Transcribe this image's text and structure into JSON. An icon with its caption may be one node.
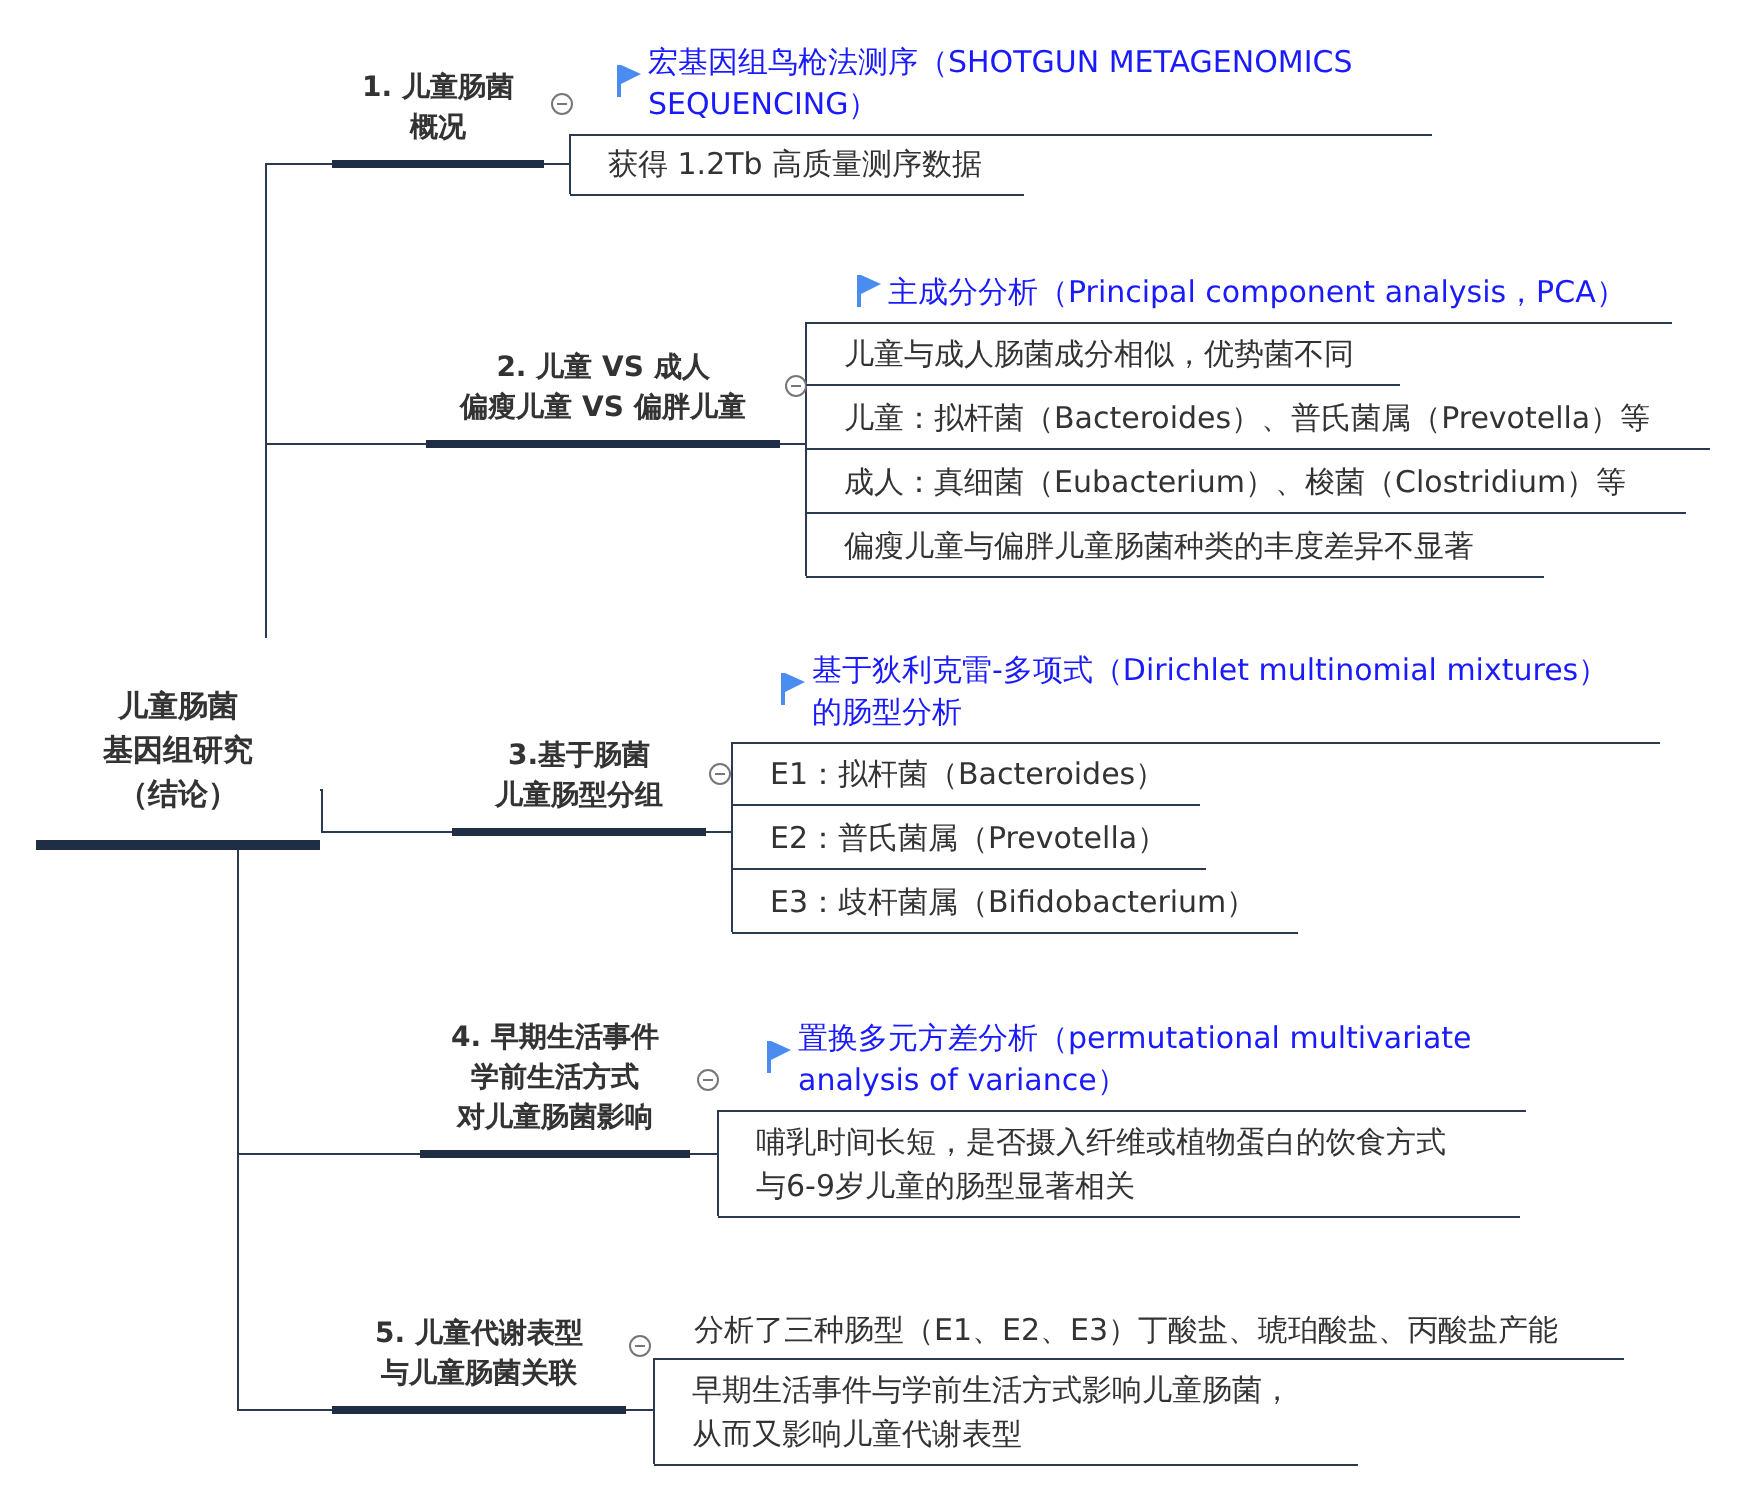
{
  "diagram": {
    "nodes": [
      {
        "text": [
          "儿童肠菌基因组研究（结论）"
        ]
      },
      {
        "text": [
          "1. 儿童肠菌概况"
        ]
      },
      {
        "text": [
          "宏基因组鸟枪法测序（SHOTGUN METAGENOMICS SEQUENCING）"
        ]
      },
      {
        "text": [
          "获得 1.2Tb 高质量测序数据"
        ]
      },
      {
        "text": [
          "2. 儿童 VS 成人偏瘦儿童 VS 偏胖儿童"
        ]
      },
      {
        "text": [
          "主成分分析（Principal component analysis，PCA）"
        ]
      },
      {
        "text": [
          "儿童与成人肠菌成分相似，优势菌不同"
        ]
      },
      {
        "text": [
          "儿童：拟杆菌（Bacteroides）、普氏菌属（Prevotella）等"
        ]
      },
      {
        "text": [
          "成人：真细菌（Eubacterium）、梭菌（Clostridium）等"
        ]
      },
      {
        "text": [
          "偏瘦儿童与偏胖儿童肠菌种类的丰度差异不显著"
        ]
      },
      {
        "text": [
          "3.基于肠菌儿童肠型分组"
        ]
      },
      {
        "text": [
          "基于狄利克雷-多项式（Dirichlet multinomial mixtures）的肠型分析"
        ]
      },
      {
        "text": [
          "E1：拟杆菌（Bacteroides）"
        ]
      },
      {
        "text": [
          "E2：普氏菌属（Prevotella）"
        ]
      },
      {
        "text": [
          "E3：歧杆菌属（Bifidobacterium）"
        ]
      },
      {
        "text": [
          "4. 早期生活事件学前生活方式对儿童肠菌影响"
        ]
      },
      {
        "text": [
          "置换多元方差分析（permutational multivariate analysis of variance）"
        ]
      },
      {
        "text": [
          "哺乳时间长短，是否摄入纤维或植物蛋白的饮食方式与6-9岁儿童的肠型显著相关"
        ]
      },
      {
        "text": [
          "5. 儿童代谢表型与儿童肠菌关联"
        ]
      },
      {
        "text": [
          "分析了三种肠型（E1、E2、E3）丁酸盐、琥珀酸盐、丙酸盐产能"
        ]
      },
      {
        "text": [
          "早期生活事件与学前生活方式影响儿童肠菌，从而又影响儿童代谢表型"
        ]
      }
    ],
    "edges": [
      {
        "from": 0,
        "to": 1,
        "arrow": "none"
      },
      {
        "from": 0,
        "to": 4,
        "arrow": "none"
      },
      {
        "from": 0,
        "to": 10,
        "arrow": "none"
      },
      {
        "from": 0,
        "to": 15,
        "arrow": "none"
      },
      {
        "from": 0,
        "to": 18,
        "arrow": "none"
      },
      {
        "from": 1,
        "to": 2,
        "arrow": "none"
      },
      {
        "from": 1,
        "to": 3,
        "arrow": "none"
      },
      {
        "from": 4,
        "to": 5,
        "arrow": "none"
      },
      {
        "from": 4,
        "to": 6,
        "arrow": "none"
      },
      {
        "from": 4,
        "to": 7,
        "arrow": "none"
      },
      {
        "from": 4,
        "to": 8,
        "arrow": "none"
      },
      {
        "from": 4,
        "to": 9,
        "arrow": "none"
      },
      {
        "from": 10,
        "to": 11,
        "arrow": "none"
      },
      {
        "from": 10,
        "to": 12,
        "arrow": "none"
      },
      {
        "from": 10,
        "to": 13,
        "arrow": "none"
      },
      {
        "from": 10,
        "to": 14,
        "arrow": "none"
      },
      {
        "from": 15,
        "to": 16,
        "arrow": "none"
      },
      {
        "from": 15,
        "to": 17,
        "arrow": "none"
      },
      {
        "from": 18,
        "to": 19,
        "arrow": "none"
      },
      {
        "from": 18,
        "to": 20,
        "arrow": "none"
      }
    ]
  }
}
